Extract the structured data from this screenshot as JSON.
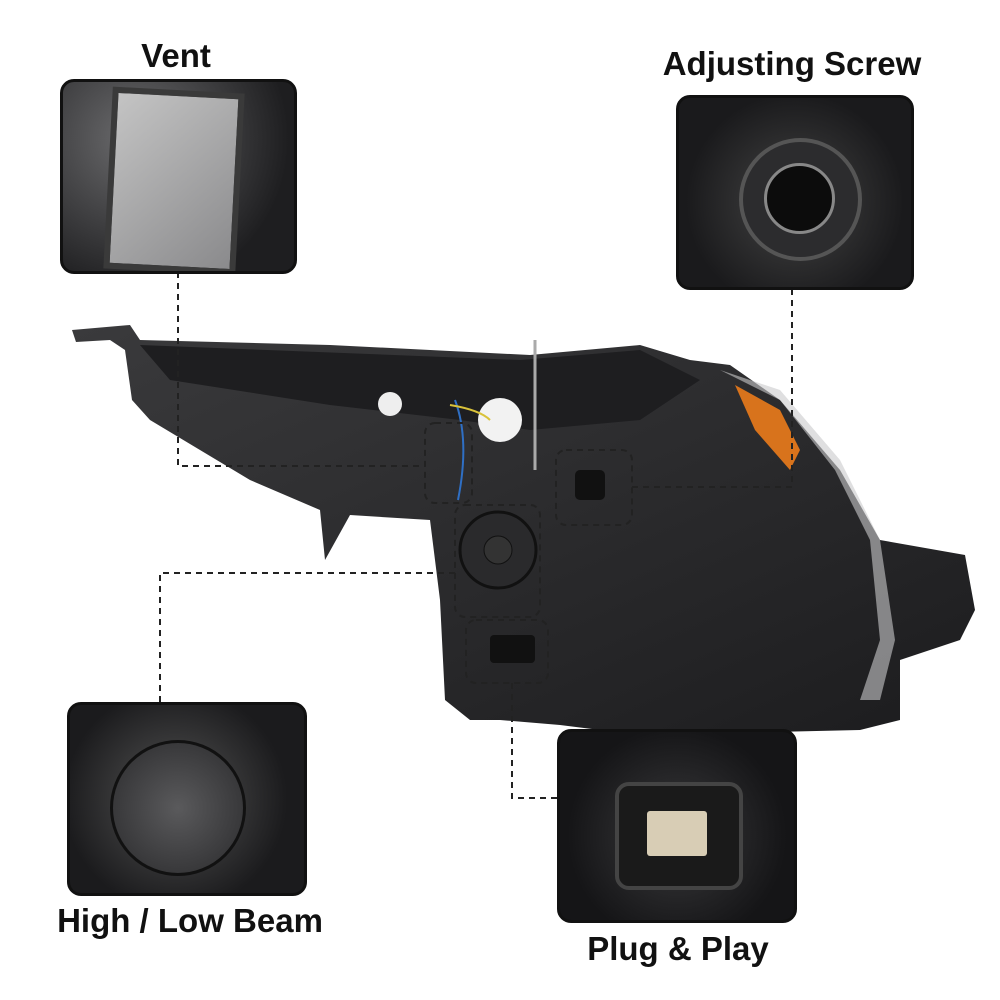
{
  "callouts": {
    "vent": "Vent",
    "adjusting_screw": "Adjusting Screw",
    "high_low_beam": "High / Low Beam",
    "plug_play": "Plug & Play"
  },
  "colors": {
    "housing": "#2b2b2d",
    "housing_dark": "#18181a",
    "amber": "#d8731c",
    "wire_blue": "#2f6fc4",
    "wire_yellow": "#d9c23a"
  }
}
